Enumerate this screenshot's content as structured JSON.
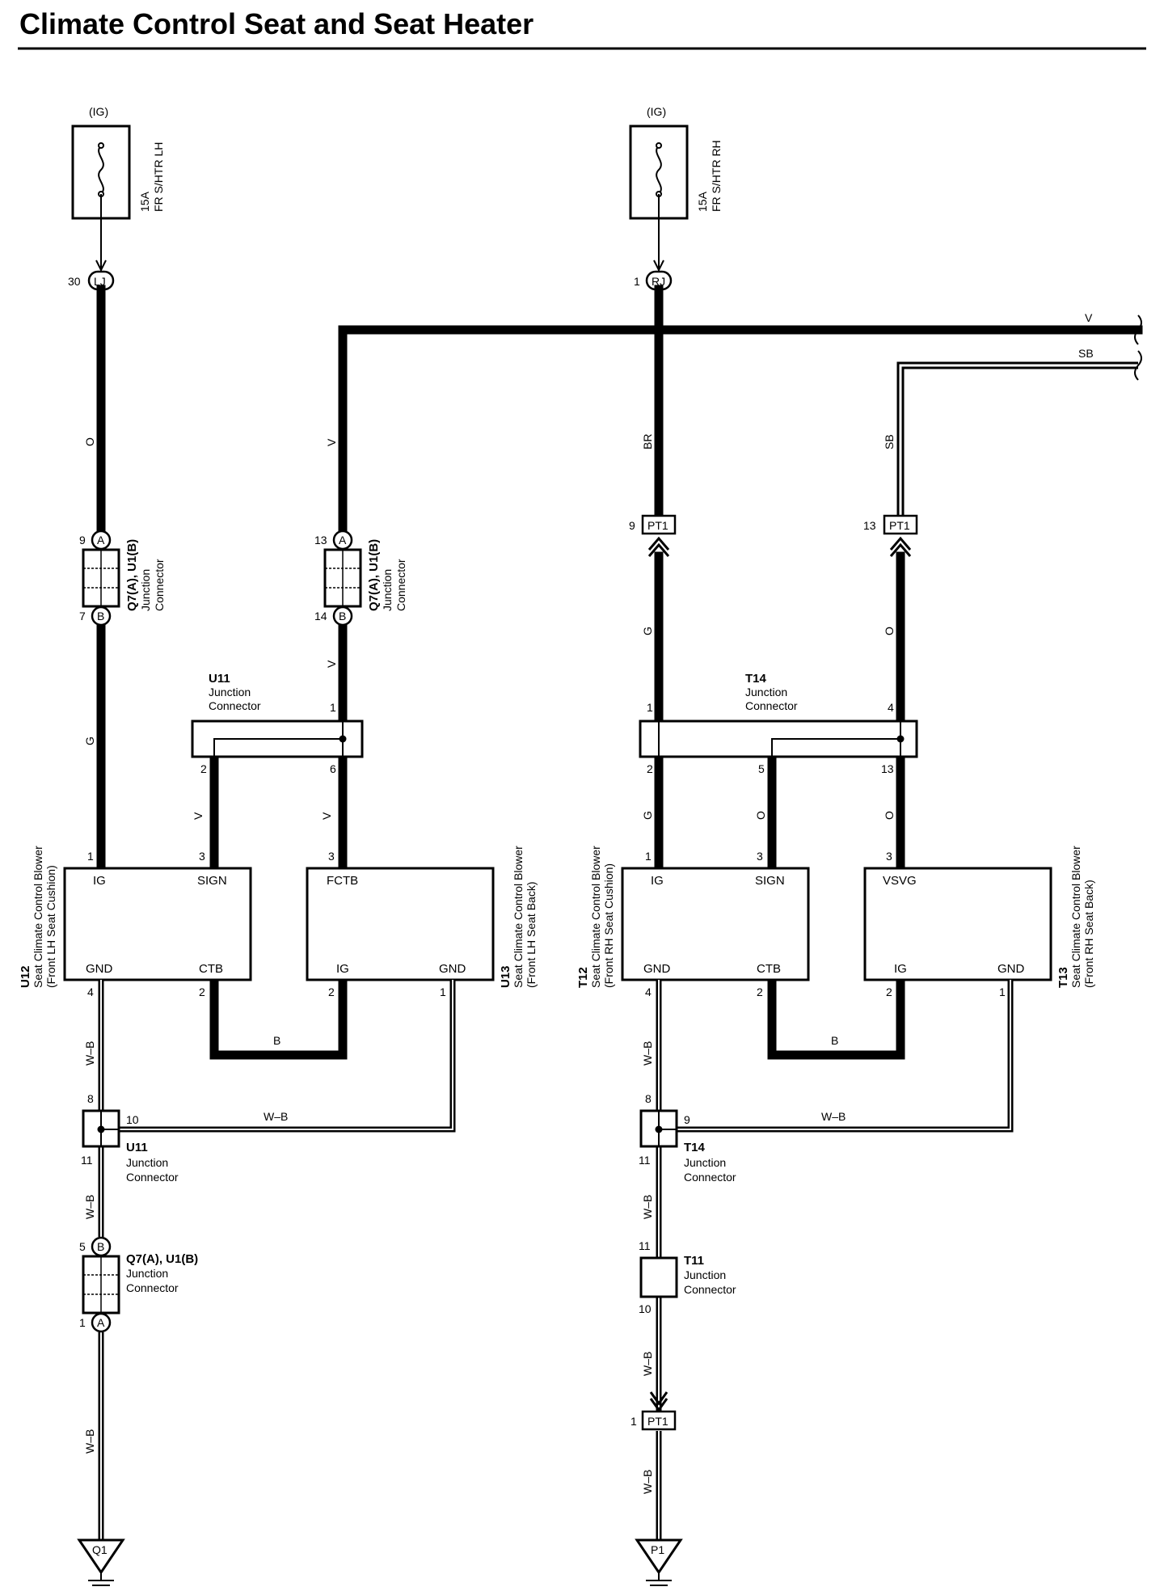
{
  "title": "Climate Control Seat and Seat Heater",
  "fuses": {
    "left": {
      "source": "(IG)",
      "rating": "15A",
      "name": "FR S/HTR LH"
    },
    "right": {
      "source": "(IG)",
      "rating": "15A",
      "name": "FR S/HTR RH"
    }
  },
  "connectors": {
    "lj": {
      "id": "LJ",
      "pin": "30"
    },
    "rj": {
      "id": "RJ",
      "pin": "1"
    },
    "q7_top_left": {
      "name": "Q7(A), U1(B)",
      "desc1": "Junction",
      "desc2": "Connector",
      "pinA": "9",
      "pinB": "7",
      "letterA": "A",
      "letterB": "B"
    },
    "q7_top_mid": {
      "name": "Q7(A), U1(B)",
      "desc1": "Junction",
      "desc2": "Connector",
      "pinA": "13",
      "pinB": "14",
      "letterA": "A",
      "letterB": "B"
    },
    "q7_bottom": {
      "name": "Q7(A), U1(B)",
      "desc1": "Junction",
      "desc2": "Connector",
      "pinB": "5",
      "pinA": "1",
      "letterA": "A",
      "letterB": "B"
    },
    "pt1_a": {
      "id": "PT1",
      "pin": "9"
    },
    "pt1_b": {
      "id": "PT1",
      "pin": "13"
    },
    "pt1_c": {
      "id": "PT1",
      "pin": "1"
    },
    "u11_top": {
      "name": "U11",
      "desc1": "Junction",
      "desc2": "Connector",
      "pins": [
        "1",
        "2",
        "6"
      ]
    },
    "t14_top": {
      "name": "T14",
      "desc1": "Junction",
      "desc2": "Connector",
      "pins": [
        "1",
        "4",
        "2",
        "5",
        "13"
      ]
    },
    "u11_bottom": {
      "name": "U11",
      "desc1": "Junction",
      "desc2": "Connector",
      "pins": [
        "8",
        "10",
        "11"
      ]
    },
    "t14_bottom": {
      "name": "T14",
      "desc1": "Junction",
      "desc2": "Connector",
      "pins": [
        "8",
        "9",
        "11"
      ]
    },
    "t11": {
      "name": "T11",
      "desc1": "Junction",
      "desc2": "Connector",
      "pins": [
        "11",
        "10"
      ]
    }
  },
  "components": {
    "u12": {
      "id": "U12",
      "desc1": "Seat Climate Control Blower",
      "desc2": "(Front LH Seat Cushion)",
      "t1": "IG",
      "t2": "SIGN",
      "t3": "GND",
      "t4": "CTB",
      "p1": "1",
      "p2": "3",
      "p3": "4",
      "p4": "2"
    },
    "u13": {
      "id": "U13",
      "desc1": "Seat Climate Control Blower",
      "desc2": "(Front LH Seat Back)",
      "t1": "FCTB",
      "t3": "IG",
      "t4": "GND",
      "p1": "3",
      "p3": "2",
      "p4": "1"
    },
    "t12": {
      "id": "T12",
      "desc1": "Seat Climate Control Blower",
      "desc2": "(Front RH Seat Cushion)",
      "t1": "IG",
      "t2": "SIGN",
      "t3": "GND",
      "t4": "CTB",
      "p1": "1",
      "p2": "3",
      "p3": "4",
      "p4": "2"
    },
    "t13": {
      "id": "T13",
      "desc1": "Seat Climate Control Blower",
      "desc2": "(Front RH Seat Back)",
      "t1": "VSVG",
      "t3": "IG",
      "t4": "GND",
      "p1": "3",
      "p3": "2",
      "p4": "1"
    }
  },
  "grounds": {
    "left": "Q1",
    "right": "P1"
  },
  "wire_colors": {
    "o": "O",
    "g": "G",
    "v": "V",
    "b": "B",
    "br": "BR",
    "sb": "SB",
    "wb": "W–B"
  },
  "colors": {
    "wire": "#000000",
    "background": "#ffffff"
  }
}
